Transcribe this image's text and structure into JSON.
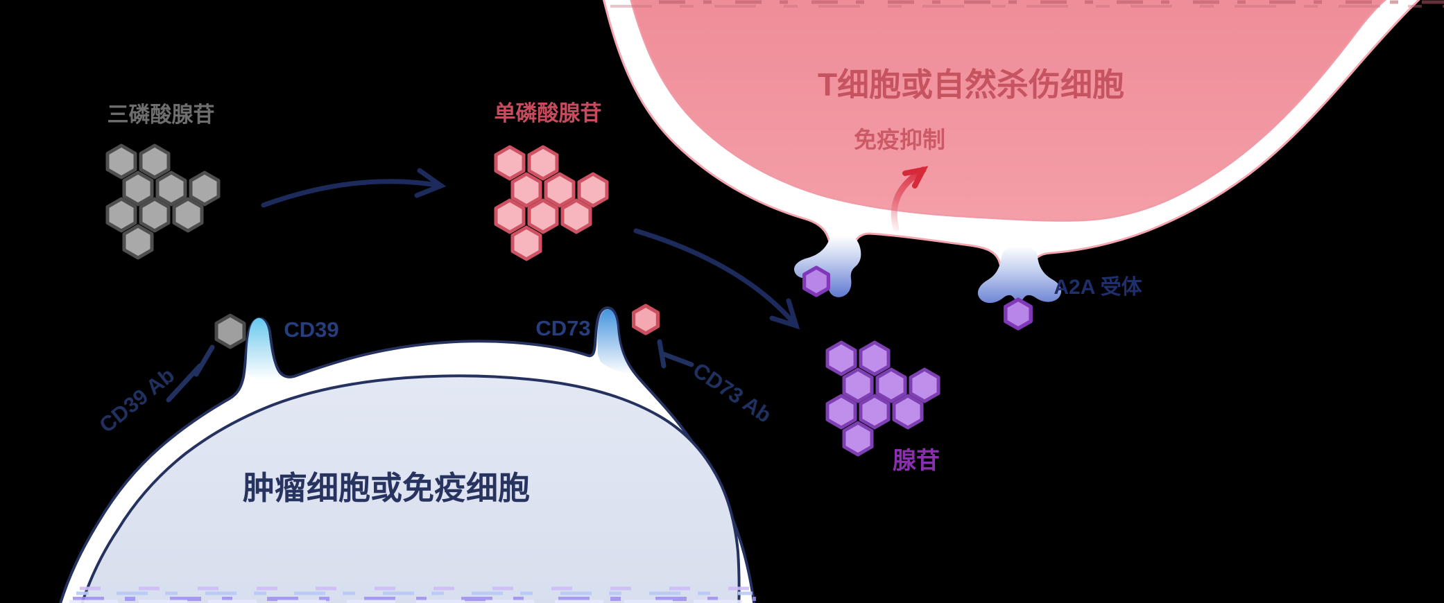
{
  "background_color": "#000000",
  "molecules": {
    "atp": {
      "label": "三磷酸腺苷",
      "label_color": "#6e6e6e",
      "hex_fill": "#a9a9a9",
      "hex_stroke": "#4e4e4e",
      "cluster_count": 9,
      "bound_to": "CD39"
    },
    "amp": {
      "label": "单磷酸腺苷",
      "label_color": "#c64b5c",
      "hex_fill": "#f7b6bd",
      "hex_stroke": "#ce5263",
      "cluster_count": 9,
      "bound_to": "CD73"
    },
    "adenosine": {
      "label": "腺苷",
      "label_color": "#8a2fad",
      "hex_fill": "#c08fec",
      "hex_stroke": "#7e3fb2",
      "cluster_count": 9,
      "bound_to": "A2A 受体"
    }
  },
  "enzymes": {
    "cd39": {
      "label": "CD39",
      "label_color": "#263e7d",
      "color": "#62c8ee"
    },
    "cd73": {
      "label": "CD73",
      "label_color": "#263e7d",
      "color": "#3f92dc"
    }
  },
  "antibodies": {
    "cd39_ab": {
      "label": "CD39 Ab",
      "label_color": "#20305f"
    },
    "cd73_ab": {
      "label": "CD73 Ab",
      "label_color": "#20305f"
    }
  },
  "receptor": {
    "a2a": {
      "label": "A2A 受体",
      "label_color": "#1f2f6b",
      "color": "#5b74cf"
    }
  },
  "cells": {
    "t_cell": {
      "label": "T细胞或自然杀伤细胞",
      "sublabel": "免疫抑制",
      "fill": "#f2939d",
      "membrane": "#ffffff",
      "outline": "#f5a5af",
      "label_color": "#c65360"
    },
    "tumor_cell": {
      "label": "肿瘤细胞或免疫细胞",
      "fill": "#dde4f1",
      "membrane": "#ffffff",
      "outline": "#25315f",
      "label_color": "#28335f"
    }
  },
  "arrows": [
    {
      "from": "三磷酸腺苷",
      "to": "单磷酸腺苷",
      "color": "#1d2a5c",
      "style": "curved"
    },
    {
      "from": "单磷酸腺苷",
      "to": "腺苷",
      "color": "#1d2a5c",
      "style": "curved"
    },
    {
      "from": "A2A 受体",
      "to": "免疫抑制",
      "color": "#d6293a",
      "style": "curved-fading"
    }
  ],
  "inhibitions": [
    {
      "antibody": "CD39 Ab",
      "target": "CD39",
      "symbol": "blunt-bar"
    },
    {
      "antibody": "CD73 Ab",
      "target": "CD73",
      "symbol": "blunt-bar"
    }
  ]
}
